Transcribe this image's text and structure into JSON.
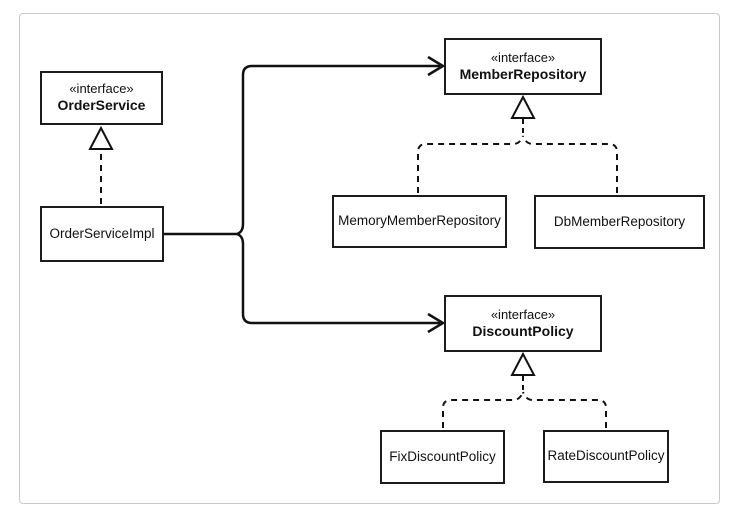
{
  "diagram": {
    "type": "uml-class-diagram",
    "colors": {
      "background": "#ffffff",
      "frame_border": "#c9c9c9",
      "box_border": "#1c1c1c",
      "line": "#111111",
      "text": "#111111"
    },
    "nodes": {
      "order_service": {
        "stereotype": "«interface»",
        "name": "OrderService"
      },
      "order_service_impl": {
        "name": "OrderServiceImpl"
      },
      "member_repository": {
        "stereotype": "«interface»",
        "name": "MemberRepository"
      },
      "memory_member_repository": {
        "name": "MemoryMemberRepository"
      },
      "db_member_repository": {
        "name": "DbMemberRepository"
      },
      "discount_policy": {
        "stereotype": "«interface»",
        "name": "DiscountPolicy"
      },
      "fix_discount_policy": {
        "name": "FixDiscountPolicy"
      },
      "rate_discount_policy": {
        "name": "RateDiscountPolicy"
      }
    },
    "relationships": [
      {
        "from": "OrderServiceImpl",
        "to": "OrderService",
        "type": "realization",
        "line": "dashed-hollow-triangle"
      },
      {
        "from": "OrderServiceImpl",
        "to": "MemberRepository",
        "type": "dependency",
        "line": "solid-open-arrow"
      },
      {
        "from": "OrderServiceImpl",
        "to": "DiscountPolicy",
        "type": "dependency",
        "line": "solid-open-arrow"
      },
      {
        "from": "MemoryMemberRepository",
        "to": "MemberRepository",
        "type": "realization",
        "line": "dashed-hollow-triangle"
      },
      {
        "from": "DbMemberRepository",
        "to": "MemberRepository",
        "type": "realization",
        "line": "dashed-hollow-triangle"
      },
      {
        "from": "FixDiscountPolicy",
        "to": "DiscountPolicy",
        "type": "realization",
        "line": "dashed-hollow-triangle"
      },
      {
        "from": "RateDiscountPolicy",
        "to": "DiscountPolicy",
        "type": "realization",
        "line": "dashed-hollow-triangle"
      }
    ]
  }
}
